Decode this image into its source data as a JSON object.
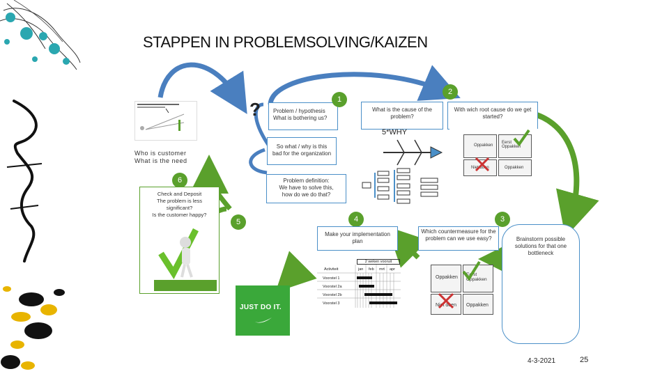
{
  "title": "STAPPEN IN PROBLEMSOLVING/KAIZEN",
  "steps": {
    "s1": "1",
    "s2": "2",
    "s3": "3",
    "s4": "4",
    "s5": "5",
    "s6": "6"
  },
  "question_mark": "?",
  "hypothesis": "Problem / hypothesis\nWhat is bothering us?",
  "cause_question": "What is the cause of the problem?",
  "root_cause": "With wich root cause do we get started?",
  "five_why": "5*WHY",
  "so_what": "So what / why is this bad for the organization",
  "customer_need": "Who is customer\nWhat is the need",
  "definition": "Problem definition:\nWe have to solve this,\nhow do we do that?",
  "check_deposit": "Check and Deposit\nThe problem is less significant?\nIs the customer happy?",
  "implementation": "Make your implementation plan",
  "countermeasure": "Which countermeasure for the problem can we use easy?",
  "brainstorm": "Brainstorm possible solutions for that one bottleneck",
  "just_do_it": "JUST DO IT.",
  "matrix": {
    "opp_top": "Oppakken",
    "opp_right": "Oppakken",
    "niet_doen": "Niet doen",
    "eerst": "Eerst\nOppakken"
  },
  "plan": {
    "header_span": "2 weken vooruit",
    "activity_header": "Activiteit",
    "months": [
      "jan",
      "feb",
      "mrt",
      "apr"
    ],
    "rows": [
      "Voorstel 1",
      "Voorstel 2a",
      "Voorstel 2b",
      "Voorstel 3"
    ]
  },
  "footer": {
    "date": "4-3-2021",
    "page": "25"
  },
  "colors": {
    "arrow_blue": "#4a7fbf",
    "arrow_green": "#5aa02c",
    "border_blue": "#4a8fc8",
    "green_circle": "#5aa02c"
  }
}
